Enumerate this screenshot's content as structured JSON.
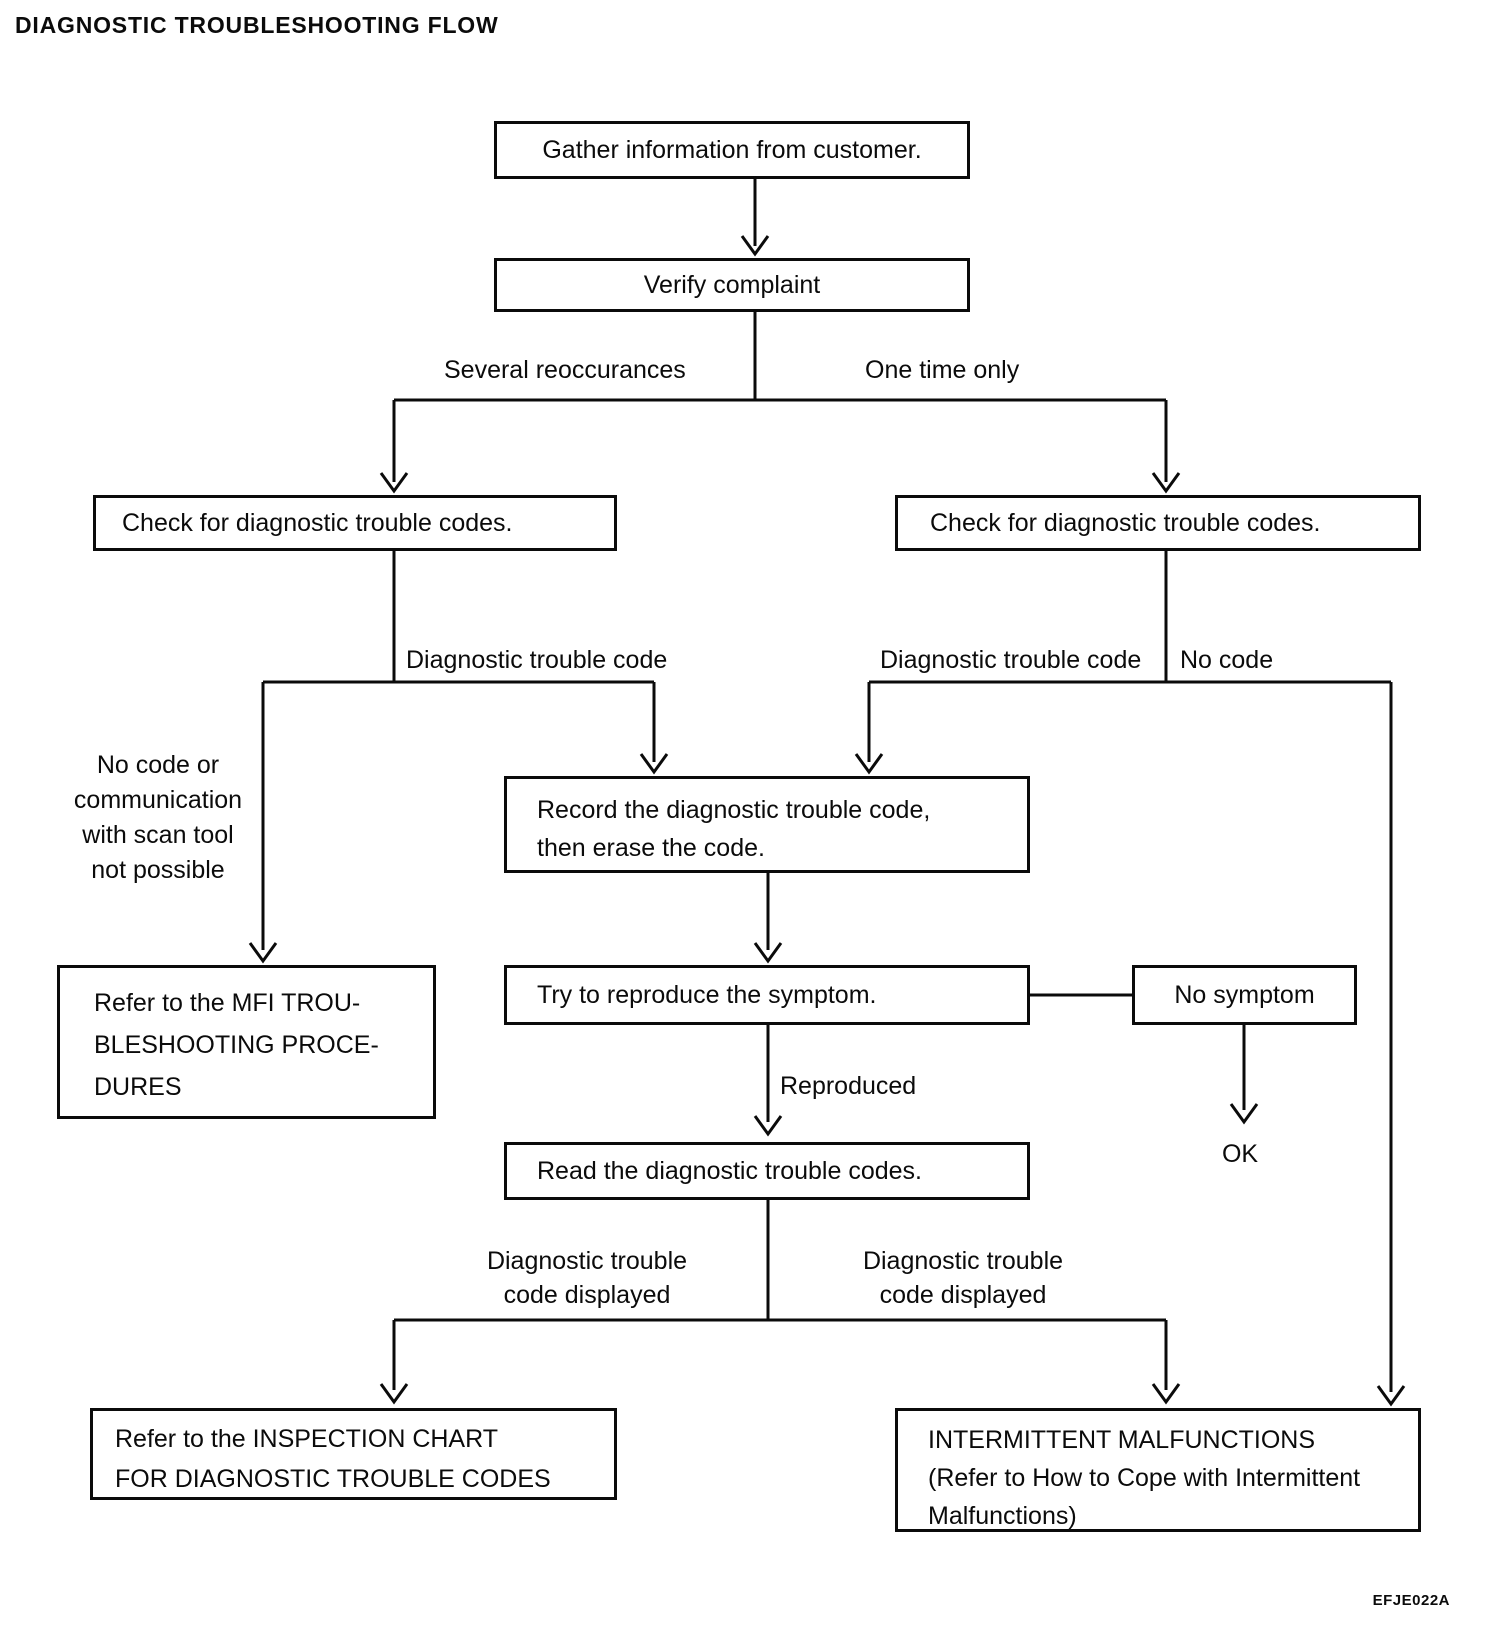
{
  "page": {
    "title": "DIAGNOSTIC TROUBLESHOOTING FLOW",
    "figure_code": "EFJE022A",
    "colors": {
      "ink": "#0b0b0b",
      "paper": "#ffffff"
    }
  },
  "flow": {
    "boxes": {
      "gather": "Gather information from customer.",
      "verify": "Verify complaint",
      "check_left": "Check for diagnostic trouble codes.",
      "check_right": "Check for diagnostic trouble codes.",
      "record_lines": [
        "Record the diagnostic trouble code,",
        "then erase the code."
      ],
      "mfi_lines": [
        "Refer to the MFI TROU-",
        "BLESHOOTING PROCE-",
        "DURES"
      ],
      "try_reproduce": "Try to reproduce the symptom.",
      "no_symptom": "No symptom",
      "read_codes": "Read the diagnostic trouble codes.",
      "inspection_lines": [
        "Refer to the INSPECTION CHART",
        "FOR DIAGNOSTIC TROUBLE CODES"
      ],
      "intermittent_lines": [
        "INTERMITTENT MALFUNCTIONS",
        "(Refer to How to Cope with Intermittent",
        "Malfunctions)"
      ]
    },
    "labels": {
      "several": "Several reoccurances",
      "one_time": "One time only",
      "dtc_left": "Diagnostic trouble code",
      "dtc_right": "Diagnostic trouble code",
      "no_code": "No code",
      "no_code_block": [
        "No code or",
        "communication",
        "with scan tool",
        "not possible"
      ],
      "reproduced": "Reproduced",
      "ok": "OK",
      "dtc_displayed_left": [
        "Diagnostic trouble",
        "code displayed"
      ],
      "dtc_displayed_right": [
        "Diagnostic trouble",
        "code displayed"
      ]
    }
  }
}
